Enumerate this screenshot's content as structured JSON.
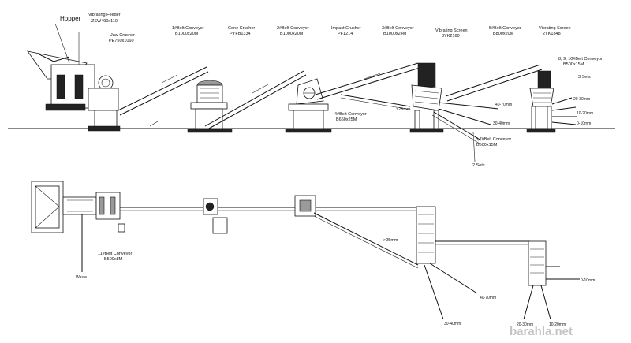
{
  "side_view": {
    "hopper": "Hopper",
    "vibrating_feeder": {
      "name": "Vibrating Feeder",
      "model": "ZSW490x110"
    },
    "jaw_crusher": {
      "name": "Jaw Crusher",
      "model": "PE750x1060"
    },
    "belt1": {
      "name": "1#Belt Conveyor",
      "model": "B1000x20M"
    },
    "cone_crusher": {
      "name": "Cone Crusher",
      "model": "PYFB1334"
    },
    "belt2": {
      "name": "2#Belt Conveyor",
      "model": "B1000x20M"
    },
    "impact_crusher": {
      "name": "Impact Crusher",
      "model": "PF1214"
    },
    "belt3": {
      "name": "3#Belt Conveyor",
      "model": "B1000x24M"
    },
    "vibrating_screen1": {
      "name": "Vibrating Screen",
      "model": "3YK2160"
    },
    "belt5": {
      "name": "5#Belt Conveyor",
      "model": "B800x20M"
    },
    "vibrating_screen2": {
      "name": "Vibrating Screen",
      "model": "2YK1848"
    },
    "belt4": {
      "name": "4#Belt Conveyor",
      "model": "B650x25M"
    },
    "oversize": ">25mm",
    "belt8910": {
      "name": "8, 9, 10#Belt Conveyor",
      "model": "B500x15M",
      "count": "3 Sets"
    },
    "belt67": {
      "name": "6,7#Belt Conveyor",
      "model": "B500x15M",
      "count": "2 Sets"
    },
    "sizes_screen1": [
      "40-70mm",
      "30-40mm"
    ],
    "sizes_screen2": [
      "20-30mm",
      "10-20mm",
      "0-10mm"
    ]
  },
  "plan_view": {
    "belt11": {
      "name": "11#Belt Conveyor",
      "model": "B500x8M"
    },
    "waste": "Waste",
    "oversize": ">25mm",
    "sizes": [
      "40-70mm",
      "30-40mm",
      "20-30mm",
      "10-20mm",
      "0-10mm"
    ]
  },
  "watermark": "barahla.net"
}
